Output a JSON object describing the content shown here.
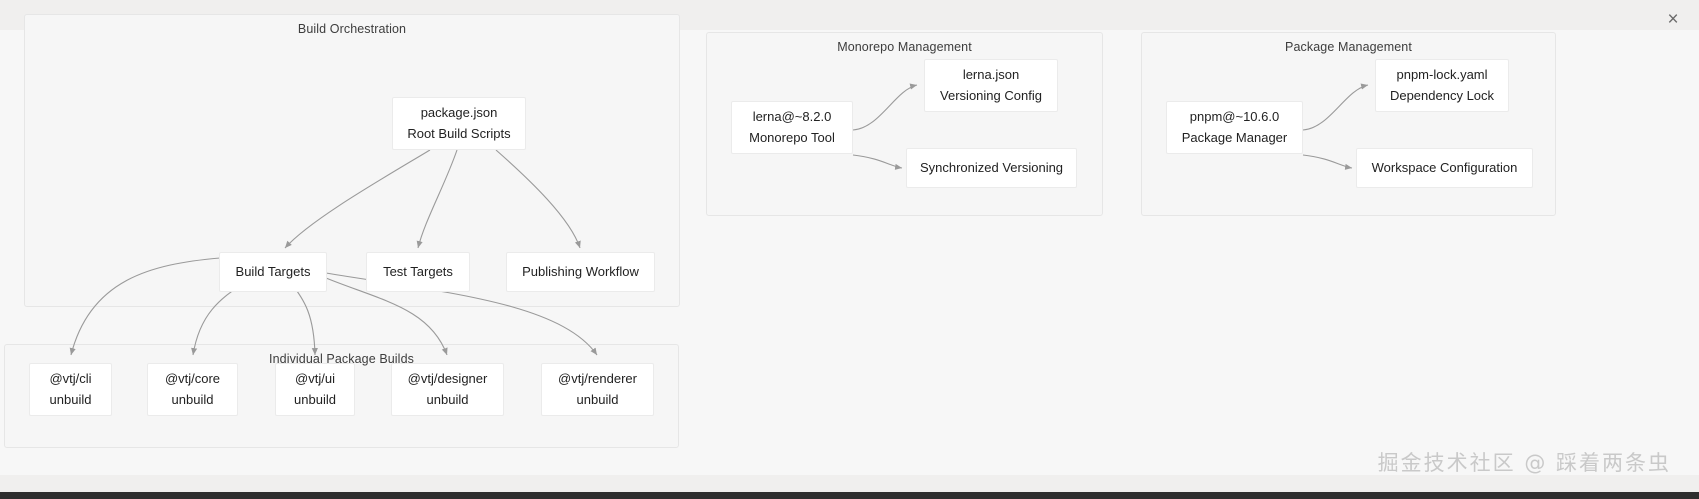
{
  "window": {
    "close_label": "×"
  },
  "watermark": "掘金技术社区 @ 踩着两条虫",
  "diagram": {
    "type": "flowchart",
    "clusters": [
      {
        "id": "build-orchestration",
        "title": "Build Orchestration"
      },
      {
        "id": "individual-package-builds",
        "title": "Individual Package Builds"
      },
      {
        "id": "monorepo-management",
        "title": "Monorepo Management"
      },
      {
        "id": "package-management",
        "title": "Package Management"
      }
    ],
    "nodes": {
      "package_json": {
        "line1": "package.json",
        "line2": "Root Build Scripts"
      },
      "build_targets": {
        "line1": "Build Targets",
        "line2": ""
      },
      "test_targets": {
        "line1": "Test Targets",
        "line2": ""
      },
      "publishing_workflow": {
        "line1": "Publishing Workflow",
        "line2": ""
      },
      "vtj_cli": {
        "line1": "@vtj/cli",
        "line2": "unbuild"
      },
      "vtj_core": {
        "line1": "@vtj/core",
        "line2": "unbuild"
      },
      "vtj_ui": {
        "line1": "@vtj/ui",
        "line2": "unbuild"
      },
      "vtj_designer": {
        "line1": "@vtj/designer",
        "line2": "unbuild"
      },
      "vtj_renderer": {
        "line1": "@vtj/renderer",
        "line2": "unbuild"
      },
      "lerna": {
        "line1": "lerna@~8.2.0",
        "line2": "Monorepo Tool"
      },
      "lerna_json": {
        "line1": "lerna.json",
        "line2": "Versioning Config"
      },
      "sync_versioning": {
        "line1": "Synchronized Versioning",
        "line2": ""
      },
      "pnpm": {
        "line1": "pnpm@~10.6.0",
        "line2": "Package Manager"
      },
      "pnpm_lock": {
        "line1": "pnpm-lock.yaml",
        "line2": "Dependency Lock"
      },
      "workspace_config": {
        "line1": "Workspace Configuration",
        "line2": ""
      }
    },
    "edges": [
      {
        "from": "package_json",
        "to": "build_targets"
      },
      {
        "from": "package_json",
        "to": "test_targets"
      },
      {
        "from": "package_json",
        "to": "publishing_workflow"
      },
      {
        "from": "build_targets",
        "to": "vtj_cli"
      },
      {
        "from": "build_targets",
        "to": "vtj_core"
      },
      {
        "from": "build_targets",
        "to": "vtj_ui"
      },
      {
        "from": "build_targets",
        "to": "vtj_designer"
      },
      {
        "from": "build_targets",
        "to": "vtj_renderer"
      },
      {
        "from": "lerna",
        "to": "lerna_json"
      },
      {
        "from": "lerna",
        "to": "sync_versioning"
      },
      {
        "from": "pnpm",
        "to": "pnpm_lock"
      },
      {
        "from": "pnpm",
        "to": "workspace_config"
      }
    ],
    "colors": {
      "page_background": "#f0efee",
      "canvas_background": "#f7f7f7",
      "cluster_background": "#f6f6f6",
      "cluster_border": "#e6e6e6",
      "node_background": "#ffffff",
      "node_border": "#ebebeb",
      "edge_stroke": "#9a9a9a",
      "text": "#222222",
      "watermark": "#c9c9c9"
    }
  }
}
